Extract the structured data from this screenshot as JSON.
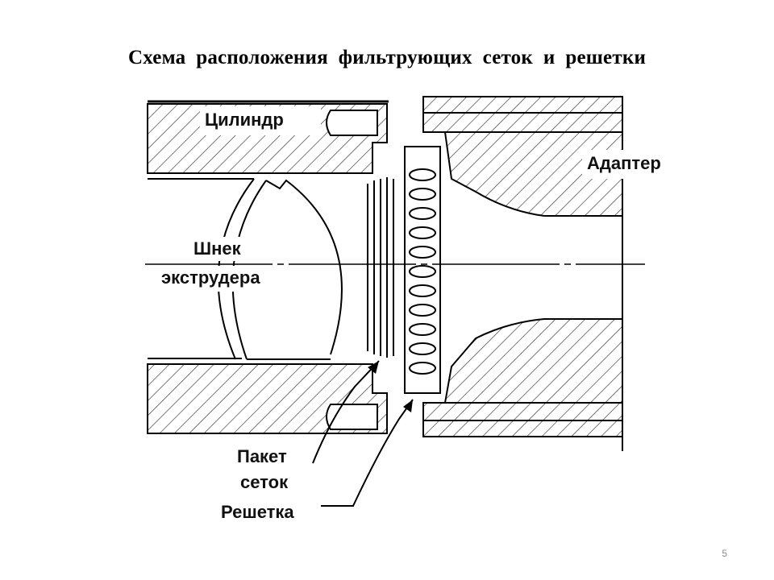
{
  "slide": {
    "title": "Схема  расположения  фильтрующих  сеток  и  решетки",
    "page_number": "5"
  },
  "diagram": {
    "labels": {
      "cylinder": "Цилиндр",
      "adapter": "Адаптер",
      "screw_line1": "Шнек",
      "screw_line2": "экструдера",
      "screen_pack_line1": "Пакет",
      "screen_pack_line2": "сеток",
      "breaker_plate": "Решетка"
    }
  }
}
